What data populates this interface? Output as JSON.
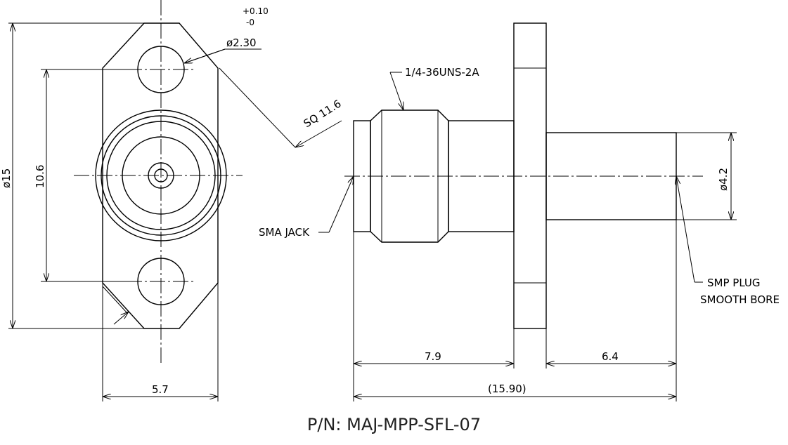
{
  "front_view": {
    "tolerance_plus": "+0.10",
    "tolerance_minus": "-0",
    "hole_diameter": "ø2.30",
    "square_size": "SQ 11.6",
    "outer_diameter": "ø15",
    "hole_spacing": "10.6",
    "width": "5.7"
  },
  "side_view": {
    "thread": "1/4-36UNS-2A",
    "left_connector": "SMA JACK",
    "right_connector_line1": "SMP PLUG",
    "right_connector_line2": "SMOOTH BORE",
    "bore_diameter": "ø4.2",
    "left_length": "7.9",
    "right_length": "6.4",
    "total_length": "(15.90)"
  },
  "part_number": "P/N: MAJ-MPP-SFL-07"
}
